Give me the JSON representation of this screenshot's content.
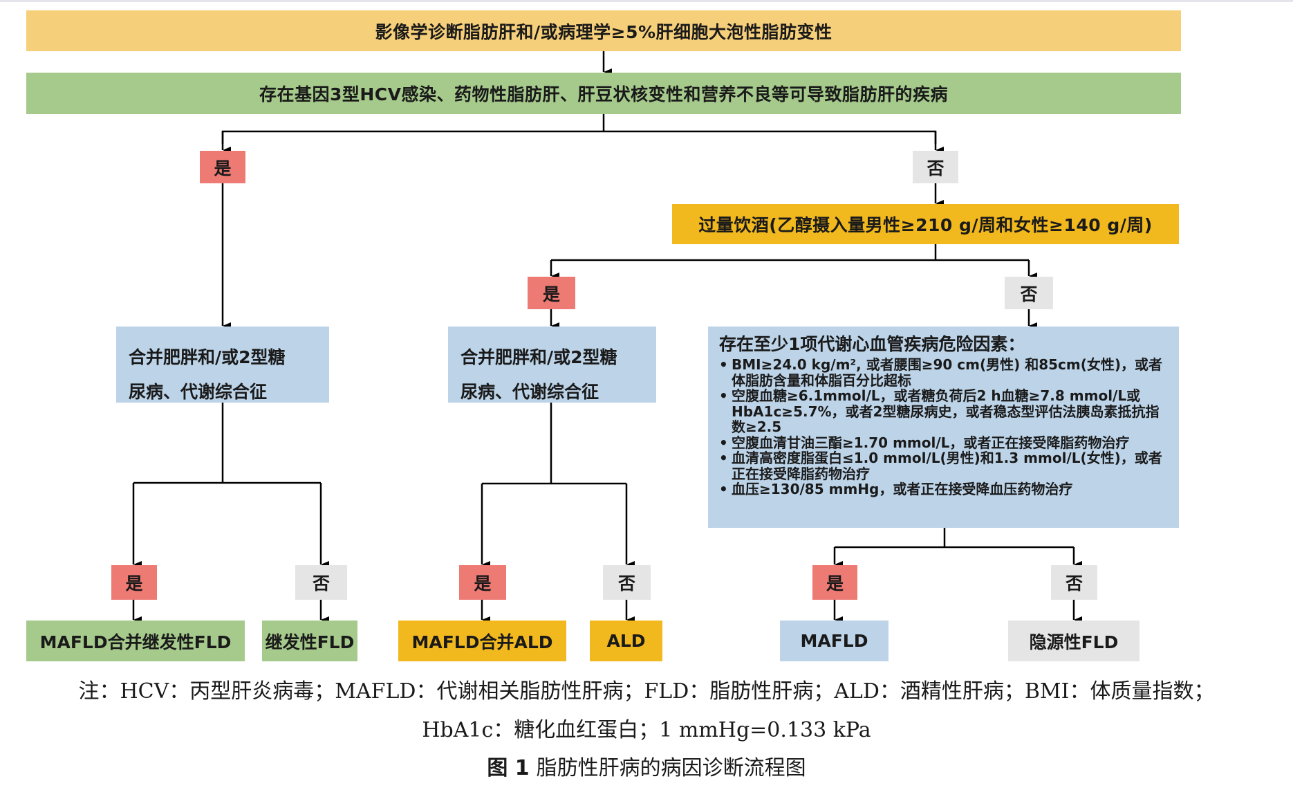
{
  "flowchart": {
    "start": "影像学诊断脂肪肝和/或病理学≥5%肝细胞大泡性脂肪变性",
    "q_secondary": "存在基因3型HCV感染、药物性脂肪肝、肝豆状核变性和营养不良等可导致脂肪肝的疾病",
    "yes": "是",
    "no": "否",
    "q_alcohol": "过量饮酒(乙醇摄入量男性≥210 g/周和女性≥140 g/周)",
    "metabolic_line1": "合并肥胖和/或2型糖",
    "metabolic_line2": "尿病、代谢综合征",
    "risk": {
      "title": "存在至少1项代谢心血管疾病危险因素：",
      "items": [
        "BMI≥24.0 kg/m², 或者腰围≥90 cm(男性) 和85cm(女性)，或者体脂肪含量和体脂百分比超标",
        "空腹血糖≥6.1mmol/L，或者糖负荷后2 h血糖≥7.8 mmol/L或HbA1c≥5.7%，或者2型糖尿病史，或者稳态型评估法胰岛素抵抗指数≥2.5",
        "空腹血清甘油三酯≥1.70 mmol/L，或者正在接受降脂药物治疗",
        "血清高密度脂蛋白≤1.0 mmol/L(男性)和1.3 mmol/L(女性)，或者正在接受降脂药物治疗",
        "血压≥130/85 mmHg，或者正在接受降血压药物治疗"
      ]
    },
    "outcomes": [
      "MAFLD合并继发性FLD",
      "继发性FLD",
      "MAFLD合并ALD",
      "ALD",
      "MAFLD",
      "隐源性FLD"
    ],
    "colors": {
      "start": "#f6cf7a",
      "secondary": "#a5ca8b",
      "alcohol": "#f2b91e",
      "metabolic": "#bcd3e8",
      "yes": "#ee7a74",
      "no": "#e6e5e6"
    }
  },
  "caption": {
    "note_line1": "注：HCV：丙型肝炎病毒；MAFLD：代谢相关脂肪性肝病；FLD：脂肪性肝病；ALD：酒精性肝病；BMI：体质量指数；",
    "note_line2": "HbA1c：糖化血红蛋白；1 mmHg=0.133 kPa",
    "figure_label": "图 1",
    "figure_title": "脂肪性肝病的病因诊断流程图"
  }
}
